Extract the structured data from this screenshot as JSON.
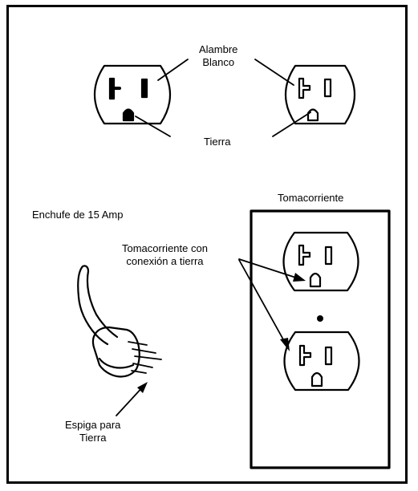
{
  "labels": {
    "white_wire_line1": "Alambre",
    "white_wire_line2": "Blanco",
    "ground": "Tierra",
    "plug_15_amp": "Enchufe de 15 Amp",
    "receptacle": "Tomacorriente",
    "grounded_receptacle_line1": "Tomacorriente con",
    "grounded_receptacle_line2": "conexión a tierra",
    "ground_prong_line1": "Espiga para",
    "ground_prong_line2": "Tierra"
  }
}
